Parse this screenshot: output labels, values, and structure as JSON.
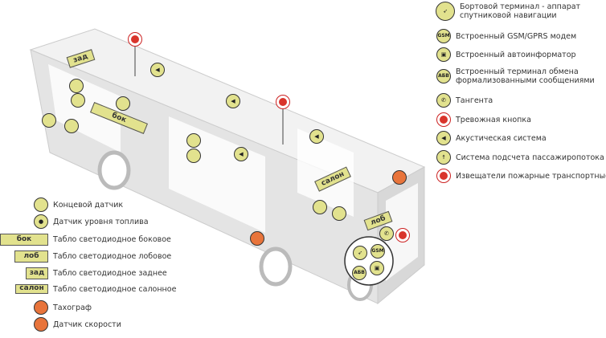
{
  "right_legend": [
    {
      "icon": "navigation-terminal-icon",
      "lines": [
        "Бортовой терминал - аппарат",
        "спутниковой навигации"
      ]
    },
    {
      "icon": "gsm-modem-icon",
      "symbol": "GSM",
      "lines": [
        "Встроенный GSM/GPRS модем"
      ]
    },
    {
      "icon": "autoinformer-icon",
      "lines": [
        "Встроенный автоинформатор"
      ]
    },
    {
      "icon": "message-terminal-icon",
      "symbol": "АБВ",
      "lines": [
        "Встроенный терминал обмена",
        "формализованными сообщениями"
      ]
    },
    {
      "icon": "handset-icon",
      "lines": [
        "Тангента"
      ]
    },
    {
      "icon": "alarm-button-icon",
      "lines": [
        "Тревожная кнопка"
      ]
    },
    {
      "icon": "speaker-icon",
      "lines": [
        "Акустическая система"
      ]
    },
    {
      "icon": "passenger-counter-icon",
      "lines": [
        "Система подсчета пассажиропотока"
      ]
    },
    {
      "icon": "fire-detector-icon",
      "lines": [
        "Извещатели пожарные транспортные"
      ]
    }
  ],
  "left_legend": [
    {
      "icon": "limit-switch-icon",
      "label": "Концевой датчик"
    },
    {
      "icon": "fuel-level-sensor-icon",
      "label": "Датчик уровня топлива"
    },
    {
      "tab": "бок",
      "label": "Табло светодиодное боковое"
    },
    {
      "tab": "лоб",
      "label": "Табло светодиодное лобовое"
    },
    {
      "tab": "зад",
      "label": "Табло светодиодное заднее"
    },
    {
      "tab": "салон",
      "label": "Табло светодиодное салонное"
    },
    {
      "icon": "tachograph-icon",
      "label": "Тахограф"
    },
    {
      "icon": "speed-sensor-icon",
      "label": "Датчик скорости"
    }
  ],
  "bus_labels": {
    "rear": "зад",
    "side": "бок",
    "salon": "салон",
    "front": "лоб"
  },
  "symbols": {
    "gsm": "GSM",
    "abv": "АБВ"
  },
  "colors": {
    "icon_fill": "#e2e28e",
    "alarm_red": "#d9342b",
    "tacho_orange": "#e8743b",
    "bus_gray": "#e4e4e4"
  }
}
